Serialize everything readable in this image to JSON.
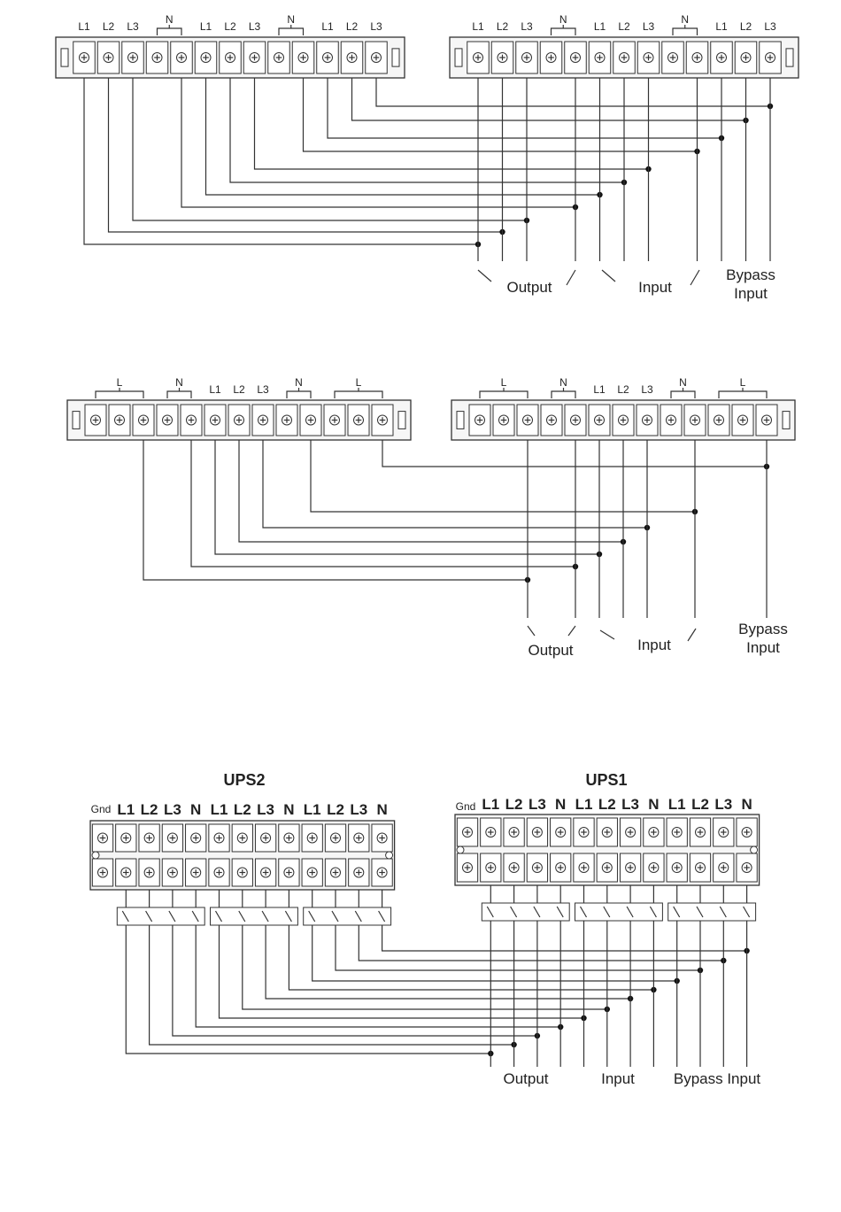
{
  "diagram1": {
    "left_labels": [
      "L1",
      "L2",
      "L3",
      "N",
      "L1",
      "L2",
      "L3",
      "N",
      "L1",
      "L2",
      "L3"
    ],
    "right_labels": [
      "L1",
      "L2",
      "L3",
      "N",
      "L1",
      "L2",
      "L3",
      "N",
      "L1",
      "L2",
      "L3"
    ],
    "groups": [
      "Output",
      "Input",
      "Bypass Input"
    ]
  },
  "diagram2": {
    "left_labels": [
      "L",
      "N",
      "L1",
      "L2",
      "L3",
      "N",
      "L"
    ],
    "right_labels": [
      "L",
      "N",
      "L1",
      "L2",
      "L3",
      "N",
      "L"
    ],
    "groups": [
      "Output",
      "Input",
      "Bypass Input"
    ]
  },
  "diagram3": {
    "ups_left": "UPS2",
    "ups_right": "UPS1",
    "gnd_label": "Gnd",
    "phase_labels": [
      "L1",
      "L2",
      "L3",
      "N",
      "L1",
      "L2",
      "L3",
      "N",
      "L1",
      "L2",
      "L3",
      "N"
    ],
    "groups": [
      "Output",
      "Input",
      "Bypass Input"
    ]
  },
  "colors": {
    "line": "#333333",
    "background": "#ffffff"
  }
}
